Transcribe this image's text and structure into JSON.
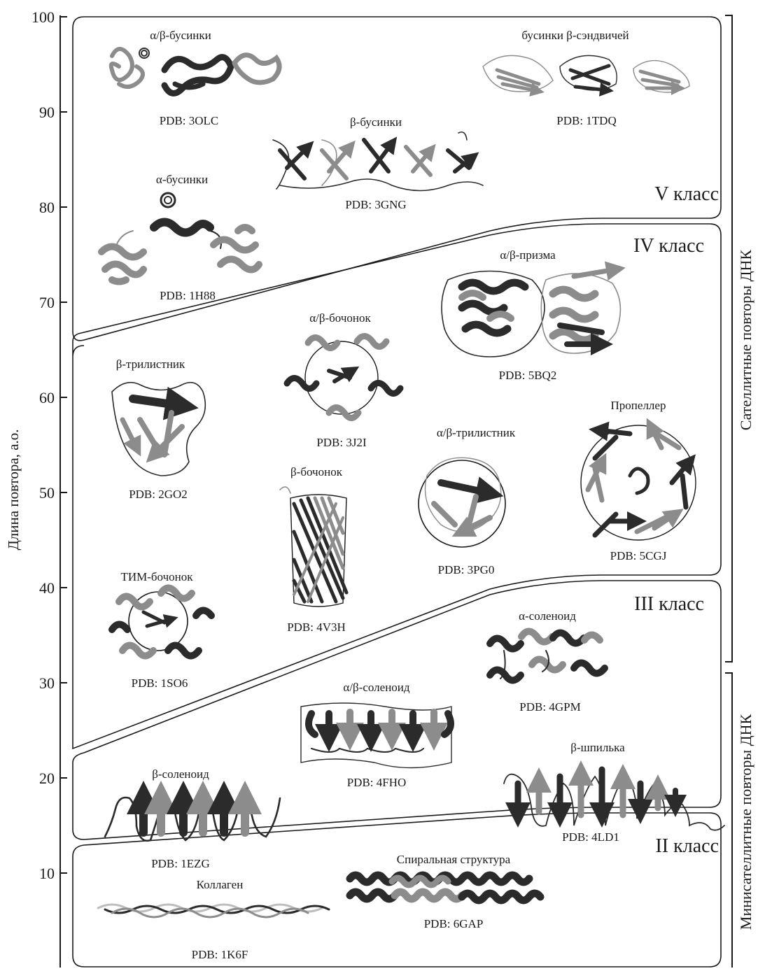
{
  "y_axis": {
    "label": "Длина повтора, а.о.",
    "ticks": [
      "10",
      "20",
      "30",
      "40",
      "50",
      "60",
      "70",
      "80",
      "90",
      "100"
    ]
  },
  "classes": {
    "v": "V класс",
    "iv": "IV класс",
    "iii": "III класс",
    "ii": "II класс"
  },
  "side_labels": {
    "satellite": "Сателлитные повторы ДНК",
    "minisatellite": "Минисателлитные повторы ДНК"
  },
  "structures": [
    {
      "name": "α/β-бусинки",
      "pdb": "PDB: 3OLC"
    },
    {
      "name": "бусинки β-сэндвичей",
      "pdb": "PDB: 1TDQ"
    },
    {
      "name": "β-бусинки",
      "pdb": "PDB: 3GNG"
    },
    {
      "name": "α-бусинки",
      "pdb": "PDB: 1H88"
    },
    {
      "name": "α/β-призма",
      "pdb": "PDB: 5BQ2"
    },
    {
      "name": "α/β-бочонок",
      "pdb": "PDB: 3J2I"
    },
    {
      "name": "β-трилистник",
      "pdb": "PDB: 2GO2"
    },
    {
      "name": "Пропеллер",
      "pdb": "PDB: 5CGJ"
    },
    {
      "name": "α/β-трилистник",
      "pdb": "PDB: 3PG0"
    },
    {
      "name": "β-бочонок",
      "pdb": "PDB: 4V3H"
    },
    {
      "name": "ТИМ-бочонок",
      "pdb": "PDB: 1SO6"
    },
    {
      "name": "α-соленоид",
      "pdb": "PDB: 4GPM"
    },
    {
      "name": "α/β-соленоид",
      "pdb": "PDB: 4FHO"
    },
    {
      "name": "β-шпилька",
      "pdb": "PDB: 4LD1"
    },
    {
      "name": "β-соленоид",
      "pdb": "PDB: 1EZG"
    },
    {
      "name": "Спиральная структура",
      "pdb": "PDB: 6GAP"
    },
    {
      "name": "Коллаген",
      "pdb": "PDB: 1K6F"
    }
  ],
  "colors": {
    "dark": "#2b2b2b",
    "mid": "#8c8c8c",
    "light": "#bdbdbd",
    "line": "#1a1a1a"
  }
}
